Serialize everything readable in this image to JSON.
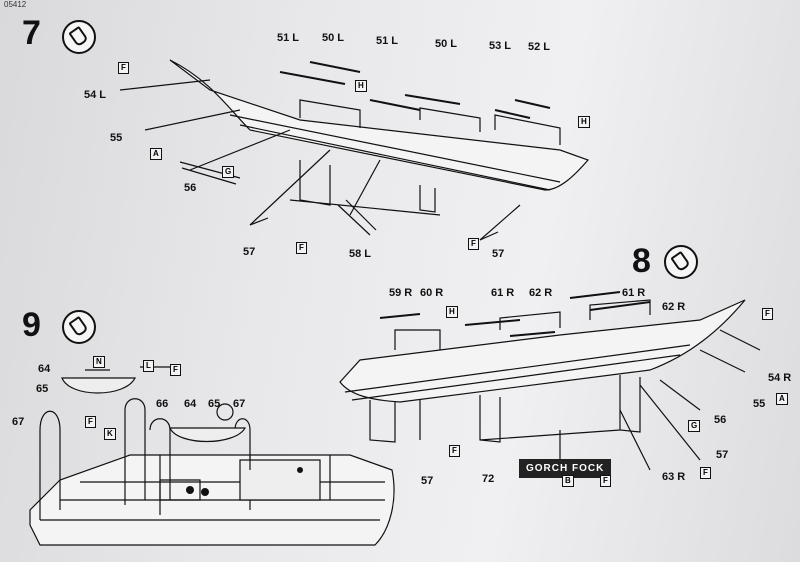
{
  "doc": {
    "code": "05412",
    "steps": [
      "7",
      "8",
      "9"
    ],
    "step7_labels": [
      "54 L",
      "55",
      "56",
      "57",
      "58 L",
      "57",
      "51 L",
      "50 L",
      "51 L",
      "50 L",
      "53 L",
      "52 L"
    ],
    "step8_labels": [
      "59 R",
      "60 R",
      "61 R",
      "62 R",
      "61 R",
      "62 R",
      "54 R",
      "55",
      "56",
      "57",
      "63 R",
      "72",
      "57"
    ],
    "step9_labels": [
      "64",
      "65",
      "67",
      "66",
      "64",
      "65",
      "67"
    ],
    "nameplate": "GORCH FOCK",
    "sprue_tags": {
      "F": "F",
      "H": "H",
      "A": "A",
      "G": "G",
      "K": "K",
      "L": "L",
      "N": "N",
      "B": "B"
    }
  }
}
